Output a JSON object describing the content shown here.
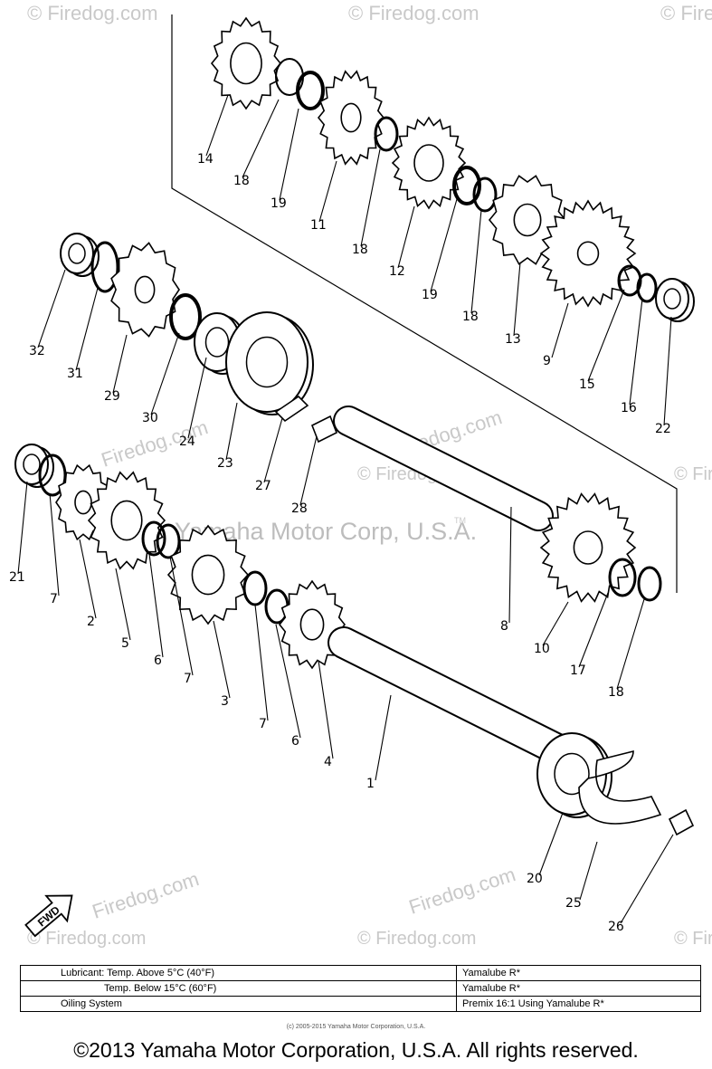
{
  "watermarks": {
    "site": "© Firedog.com",
    "site_small": "Firedog.com",
    "brand": "Yamaha Motor Corp, U.S.A.",
    "tm": "TM"
  },
  "fwd_label": "FWD",
  "callouts": [
    "14",
    "18",
    "19",
    "11",
    "18",
    "12",
    "19",
    "18",
    "13",
    "9",
    "15",
    "16",
    "22",
    "32",
    "31",
    "29",
    "30",
    "24",
    "23",
    "27",
    "28",
    "21",
    "7",
    "2",
    "5",
    "6",
    "7",
    "3",
    "7",
    "6",
    "4",
    "1",
    "8",
    "10",
    "17",
    "18",
    "20",
    "25",
    "26"
  ],
  "lubrication_table": {
    "rows": [
      {
        "label": "Lubricant: Temp. Above 5°C (40°F)",
        "value": "Yamalube R*"
      },
      {
        "label": "Temp. Below 15°C (60°F)",
        "value": "Yamalube R*"
      },
      {
        "label": "Oiling System",
        "value": "Premix 16:1 Using Yamalube R*"
      }
    ]
  },
  "small_credit": "(c) 2005-2015 Yamaha Motor Corporation, U.S.A.",
  "copyright": "©2013 Yamaha Motor Corporation, U.S.A. All rights reserved."
}
